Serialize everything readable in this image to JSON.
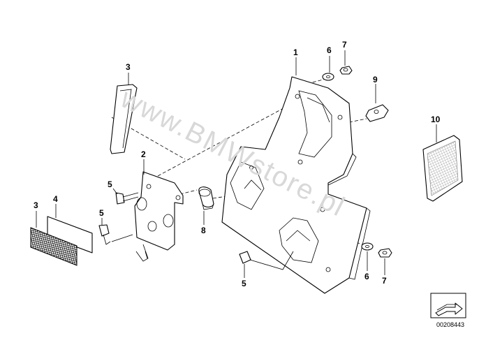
{
  "watermark": "www.BMWstore.pl",
  "callouts": {
    "c1": "1",
    "c6a": "6",
    "c7a": "7",
    "c9": "9",
    "c3a": "3",
    "c10": "10",
    "c2": "2",
    "c5a": "5",
    "c4": "4",
    "c3b": "3",
    "c5b": "5",
    "c8": "8",
    "c5c": "5",
    "c6b": "6",
    "c7b": "7"
  },
  "doc_number": "00208443"
}
